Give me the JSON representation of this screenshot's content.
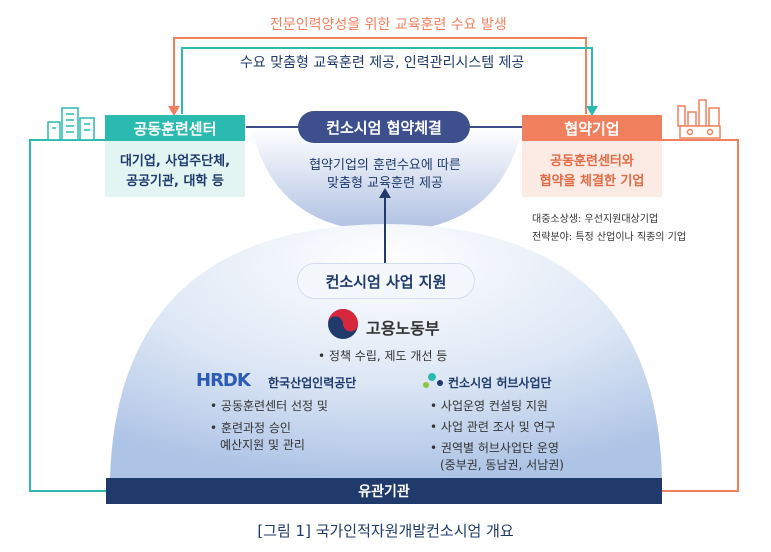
{
  "top_flow": {
    "demand_text": "전문인력양성을 위한 교육훈련 수요 발생",
    "supply_text": "수요 맞춤형 교육훈련 제공, 인력관리시스템 제공"
  },
  "center_left": {
    "title": "공동훈련센터",
    "desc_line1": "대기업, 사업주단체,",
    "desc_line2": "공공기관, 대학 등"
  },
  "center_right": {
    "title": "협약기업",
    "desc_line1": "공동훈련센터와",
    "desc_line2": "협약을 체결한 기업",
    "note_line1": "대중소상생: 우선지원대상기업",
    "note_line2": "전략분야: 특정 산업이나 직종의 기업"
  },
  "agreement": {
    "label": "컨소시엄 협약체결",
    "desc_line1": "협약기업의 훈련수요에 따른",
    "desc_line2": "맞춤형 교육훈련 제공"
  },
  "support": {
    "label": "컨소시엄 사업 지원",
    "ministry_name": "고용노동부",
    "ministry_bullet": "정책 수립, 제도 개선 등",
    "hrdk_logo": "HRDK",
    "hrdk_name": "한국산업인력공단",
    "hrdk_bullets": [
      "공동훈련센터 선정 및",
      "훈련과정 승인",
      "예산지원 및 관리"
    ],
    "hub_name": "컨소시엄 허브사업단",
    "hub_bullets": [
      "사업운영 컨설팅 지원",
      "사업 관련 조사 및 연구",
      "권역별 허브사업단 운영",
      "(중부권, 동남권, 서남권)"
    ]
  },
  "bottom_bar": {
    "label": "유관기관"
  },
  "caption": "[그림 1] 국가인적자원개발컨소시엄 개요",
  "colors": {
    "teal": "#2bbab0",
    "teal_light": "#e3f5f3",
    "orange": "#f0805e",
    "orange_light": "#fcebe4",
    "navy": "#1f3a6b",
    "dome": "#c9d8ef",
    "agreement_pill": "#3d4f8c"
  },
  "icons": [
    "office-building-icon",
    "factory-icon",
    "korea-emblem-icon",
    "hrdk-logo-icon",
    "hub-logo-icon"
  ]
}
